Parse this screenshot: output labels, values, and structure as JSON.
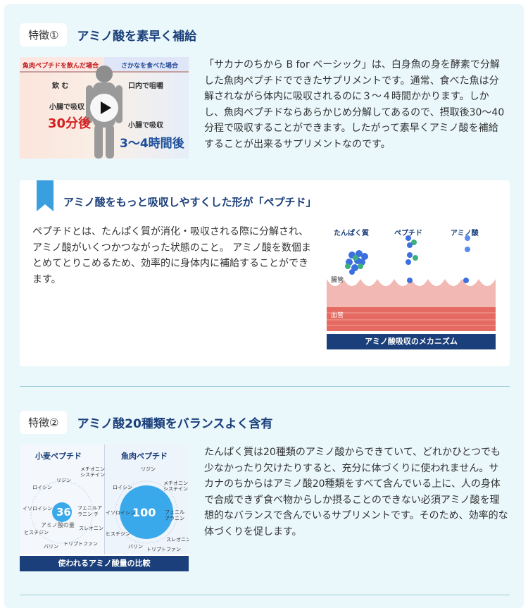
{
  "feature1": {
    "badge": "特徴①",
    "title": "アミノ酸を素早く補給",
    "description": "「サカナのちから B for ベーシック」は、白身魚の身を酵素で分解した魚肉ペプチドでできたサプリメントです。通常、食べた魚は分解されながら体内に吸収されるのに３～４時間かかります。しかし、魚肉ペプチドならあらかじめ分解してあるので、摂取後30～40分程で吸収することができます。したがって素早くアミノ酸を補給することが出来るサプリメントなのです。",
    "video": {
      "left_header": "魚肉ペプチドを飲んだ場合",
      "right_header": "さかなを食べた場合",
      "left_action": "飲 む",
      "right_action": "口内で咀嚼",
      "left_absorb": "小腸で吸収",
      "right_absorb": "小腸で吸収",
      "left_time": "30分後",
      "right_time": "3～4時間後"
    }
  },
  "peptide_card": {
    "title": "アミノ酸をもっと吸収しやすくした形が「ペプチド」",
    "description": "ペプチドとは、たんぱく質が消化・吸収される際に分解され、アミノ酸がいくつかつながった状態のこと。 アミノ酸を数個まとめてとりこめるため、効率的に身体内に補給することができます。",
    "diagram": {
      "label_protein": "たんぱく質",
      "label_peptide": "ペプチド",
      "label_amino": "アミノ酸",
      "label_intestine": "腸管",
      "label_blood": "血管",
      "caption": "アミノ酸吸収のメカニズム"
    }
  },
  "feature2": {
    "badge": "特徴②",
    "title": "アミノ酸20種類をバランスよく含有",
    "description": "たんぱく質は20種類のアミノ酸からできていて、どれかひとつでも少なかったり欠けたりすると、充分に体づくりに使われません。サカナのちからはアミノ酸20種類をすべて含んでいる上に、人の身体で合成できず食べ物からしか摂ることのできない必須アミノ酸を理想的なバランスで含んでいるサプリメントです。そのため、効率的な体づくりを促します。",
    "comparison": {
      "left_title": "小麦ペプチド",
      "right_title": "魚肉ペプチド",
      "left_value": "36",
      "right_value": "100",
      "center_label": "アミノ酸の量",
      "caption": "使われるアミノ酸量の比較",
      "left_labels": [
        "メチオニン",
        "システイン",
        "リジン",
        "ロイシン",
        "イソロイシン",
        "フェニルアラニン チロシン",
        "スレオニン",
        "ヒスチジン",
        "バリン",
        "トリプトファン"
      ],
      "right_labels": [
        "リジン",
        "メチオニン",
        "システイン",
        "ロイシン",
        "イソロイシン",
        "フェニルアラニン チロシン",
        "ヒスチジン",
        "スレオニン",
        "バリン",
        "トリプトファン"
      ]
    }
  },
  "colors": {
    "accent": "#1a3f7a",
    "background": "#eaf7fb",
    "ribbon": "#3a9fde",
    "time_red": "#d42020",
    "time_blue": "#1e4e9a"
  }
}
